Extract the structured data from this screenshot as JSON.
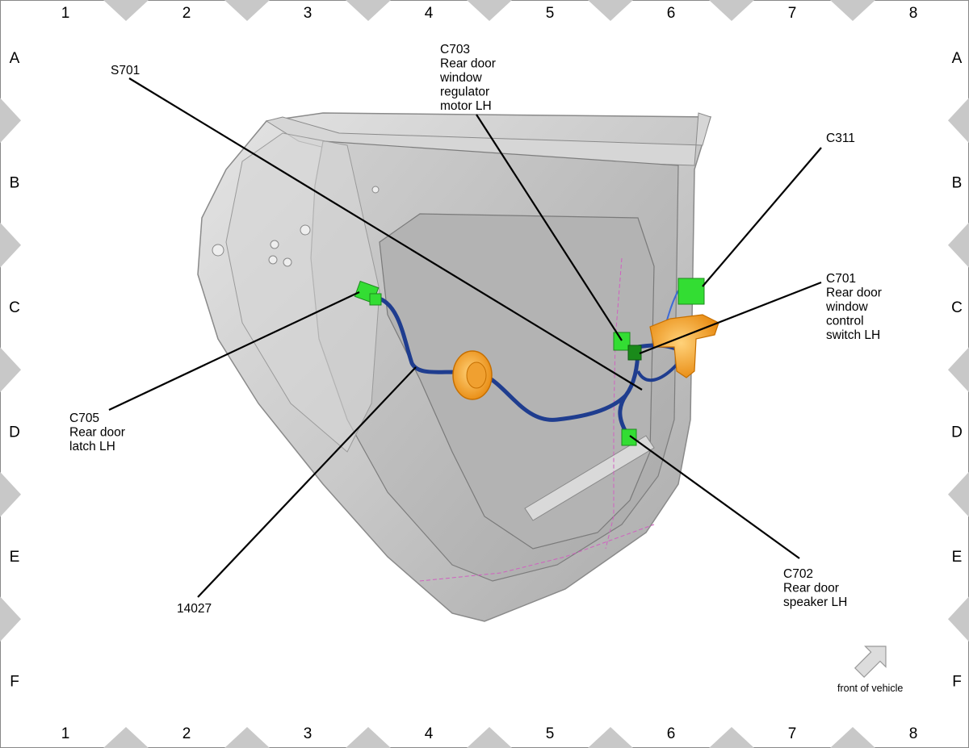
{
  "grid": {
    "columns": [
      "1",
      "2",
      "3",
      "4",
      "5",
      "6",
      "7",
      "8"
    ],
    "rows": [
      "A",
      "B",
      "C",
      "D",
      "E",
      "F"
    ]
  },
  "labels": {
    "s701": [
      "S701"
    ],
    "c703": [
      "C703",
      "Rear door",
      "window",
      "regulator",
      "motor LH"
    ],
    "c311": [
      "C311"
    ],
    "c701": [
      "C701",
      "Rear door",
      "window",
      "control",
      "switch LH"
    ],
    "c705": [
      "C705",
      "Rear door",
      "latch LH"
    ],
    "p14027": [
      "14027"
    ],
    "c702": [
      "C702",
      "Rear door",
      "speaker LH"
    ]
  },
  "orientation": {
    "label": "front of vehicle",
    "icon": "arrow-up-right-icon"
  },
  "colors": {
    "door_panel": "#c9c9c9",
    "harness": "#1f3d8f",
    "connector": "#33dd33",
    "speaker": "#f5a623",
    "marker": "#c8c8c8"
  }
}
